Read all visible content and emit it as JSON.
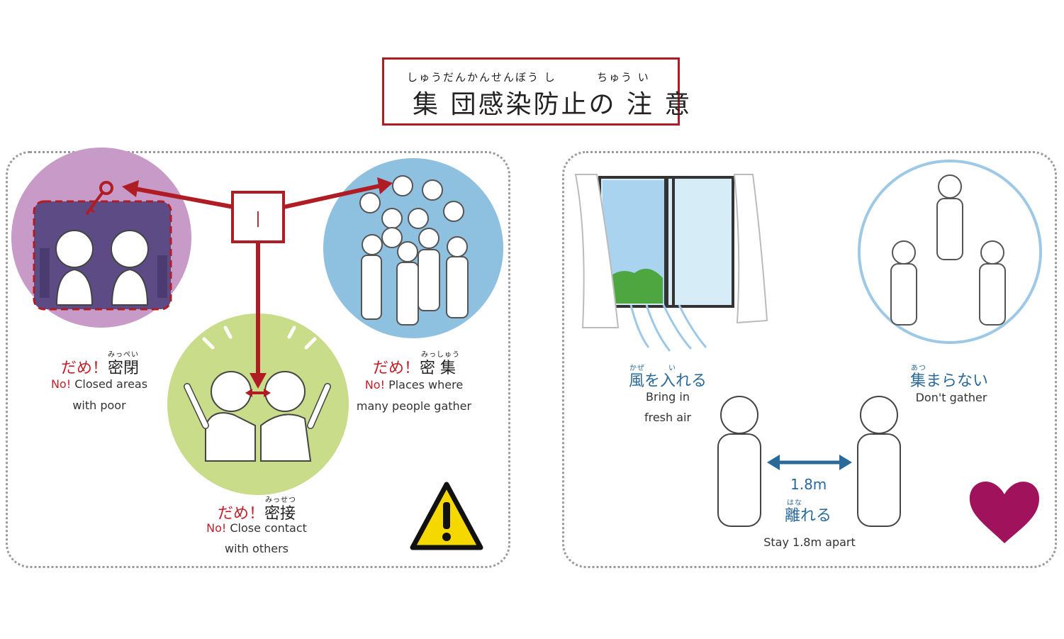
{
  "title": {
    "furigana_left": "しゅうだんかんせんぼう し",
    "furigana_right": "ちゅう い",
    "main": "集 団感染防止の 注 意"
  },
  "left_panel": {
    "closed": {
      "ruby": "みっぺい",
      "dame": "だめ！",
      "kanji": "密閉",
      "no": "No!",
      "line1": "Closed areas",
      "line2": "with poor"
    },
    "crowded": {
      "ruby": "みっしゅう",
      "dame": "だめ！",
      "kanji": "密 集",
      "no": "No!",
      "line1": "Places where",
      "line2": "many people gather"
    },
    "contact": {
      "ruby": "みっせつ",
      "dame": "だめ！",
      "kanji": "密接",
      "no": "No!",
      "line1": "Close contact",
      "line2": "with others"
    },
    "center_box": "|"
  },
  "right_panel": {
    "air": {
      "ruby": "かぜ　　　い",
      "head": "風を入れる",
      "line1": "Bring in",
      "line2": "fresh air"
    },
    "gather": {
      "ruby": "あつ",
      "head": "集まらない",
      "line1": "Don't gather"
    },
    "distance": {
      "value": "1.8m",
      "ruby": "はな",
      "head": "離れる",
      "line1": "Stay 1.8m apart"
    }
  },
  "icons": [
    "key-icon",
    "warning-icon",
    "heart-icon",
    "window-icon",
    "arrow-icon"
  ],
  "colors": {
    "accent_red": "#b01c24",
    "blue": "#2a6a9a",
    "purple": "#c79ac7",
    "light_blue": "#8ec0e0",
    "green": "#c8dc8a",
    "heart": "#a0125c",
    "warning": "#f5d800"
  }
}
